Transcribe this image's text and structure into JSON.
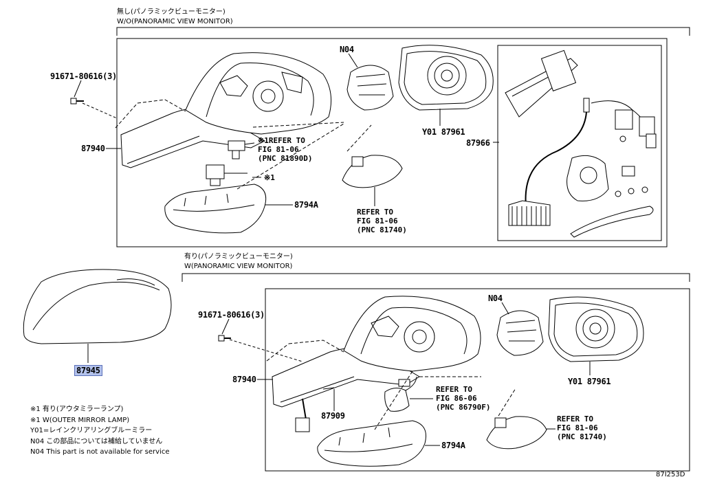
{
  "sections": {
    "without": {
      "header_jp": "無し(パノラミックビューモニター)",
      "header_en": "W/O(PANORAMIC VIEW MONITOR)"
    },
    "with": {
      "header_jp": "有り(パノラミックビューモニター)",
      "header_en": "W(PANORAMIC VIEW MONITOR)"
    }
  },
  "parts": {
    "p1_bolt": "91671-80616(3)",
    "p1_mirror": "87940",
    "p1_n04": "N04",
    "p1_y01": "Y01 87961",
    "p1_harness": "87966",
    "p1_lamp": "8794A",
    "p1_lamp_mark": "※1",
    "p2_bolt": "91671-80616(3)",
    "p2_mirror": "87940",
    "p2_n04": "N04",
    "p2_y01": "Y01 87961",
    "p2_wire": "87909",
    "p2_lamp": "8794A",
    "cover": "87945"
  },
  "refs": {
    "r1": "※1REFER TO\nFIG 81-06\n(PNC 81890D)",
    "r2": "REFER TO\nFIG 81-06\n(PNC 81740)",
    "r3": "REFER TO\nFIG 86-06\n(PNC 86790F)",
    "r4": "REFER TO\nFIG 81-06\n(PNC 81740)"
  },
  "notes": [
    "※1 有り(アウタミラーランプ)",
    "※1 W(OUTER MIRROR LAMP)",
    "Y01=レインクリアリングブルーミラー",
    "N04 この部品については補給していません",
    "N04 This part is not available for service"
  ],
  "figure_id": "87I253D"
}
